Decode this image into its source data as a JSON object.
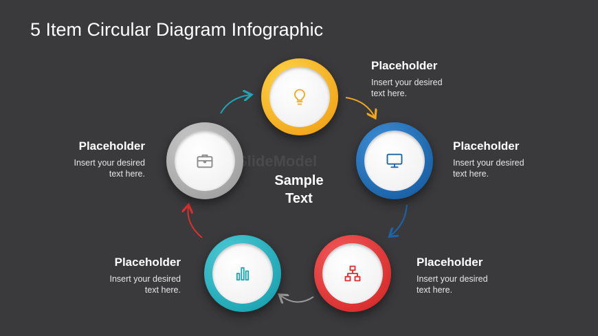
{
  "title": "5 Item Circular Diagram Infographic",
  "center_text": {
    "line1": "Sample",
    "line2": "Text"
  },
  "watermark": "SlideModel",
  "colors": {
    "background": "#3a3a3c",
    "yellow": "#f2a81c",
    "blue": "#1c63a8",
    "red": "#d9302f",
    "teal": "#1fa6b4",
    "gray": "#a3a3a3"
  },
  "items": [
    {
      "heading": "Placeholder",
      "line1": "Insert your desired",
      "line2": "text here.",
      "icon": "lightbulb-icon",
      "color": "yellow"
    },
    {
      "heading": "Placeholder",
      "line1": "Insert your desired",
      "line2": "text here.",
      "icon": "monitor-icon",
      "color": "blue"
    },
    {
      "heading": "Placeholder",
      "line1": "Insert your desired",
      "line2": "text here.",
      "icon": "hierarchy-icon",
      "color": "red"
    },
    {
      "heading": "Placeholder",
      "line1": "Insert your desired",
      "line2": "text here.",
      "icon": "bar-chart-icon",
      "color": "teal"
    },
    {
      "heading": "Placeholder",
      "line1": "Insert your desired",
      "line2": "text here.",
      "icon": "briefcase-icon",
      "color": "gray"
    }
  ]
}
